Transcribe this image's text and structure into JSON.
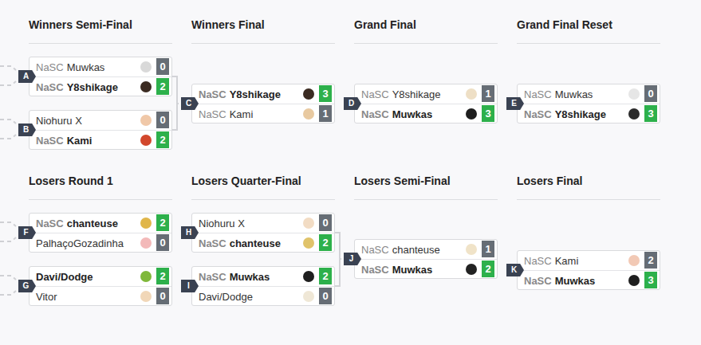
{
  "diagram": {
    "nodes": [
      {
        "text": [
          "A"
        ]
      },
      {
        "text": [
          "NaSC",
          "Muwkas",
          "0"
        ],
        "in": 0
      },
      {
        "text": [
          "NaSC",
          "Y8shikage",
          "2"
        ],
        "in": 0
      },
      {
        "text": [
          "B"
        ]
      },
      {
        "text": [
          "Niohuru X",
          "0"
        ],
        "in": 3
      },
      {
        "text": [
          "NaSC",
          "Kami",
          "2"
        ],
        "in": 3
      },
      {
        "text": [
          "C"
        ]
      },
      {
        "text": [
          "NaSC",
          "Y8shikage",
          "3"
        ],
        "in": 6
      },
      {
        "text": [
          "NaSC",
          "Kami",
          "1"
        ],
        "in": 6
      },
      {
        "text": [
          "D"
        ]
      },
      {
        "text": [
          "NaSC",
          "Y8shikage",
          "1"
        ],
        "in": 9
      },
      {
        "text": [
          "NaSC",
          "Muwkas",
          "3"
        ],
        "in": 9
      },
      {
        "text": [
          "E"
        ]
      },
      {
        "text": [
          "NaSC",
          "Muwkas",
          "0"
        ],
        "in": 12
      },
      {
        "text": [
          "NaSC",
          "Y8shikage",
          "3"
        ],
        "in": 12
      },
      {
        "text": [
          "F"
        ]
      },
      {
        "text": [
          "NaSC",
          "chanteuse",
          "2"
        ],
        "in": 15
      },
      {
        "text": [
          "PalhaçoGozadinha",
          "0"
        ],
        "in": 15
      },
      {
        "text": [
          "G"
        ]
      },
      {
        "text": [
          "Davi/Dodge",
          "2"
        ],
        "in": 18
      },
      {
        "text": [
          "Vitor",
          "0"
        ],
        "in": 18
      },
      {
        "text": [
          "H"
        ]
      },
      {
        "text": [
          "Niohuru X",
          "0"
        ],
        "in": 21
      },
      {
        "text": [
          "NaSC",
          "chanteuse",
          "2"
        ],
        "in": 21
      },
      {
        "text": [
          "I"
        ]
      },
      {
        "text": [
          "NaSC",
          "Muwkas",
          "2"
        ],
        "in": 24
      },
      {
        "text": [
          "Davi/Dodge",
          "0"
        ],
        "in": 24
      },
      {
        "text": [
          "J"
        ]
      },
      {
        "text": [
          "NaSC",
          "chanteuse",
          "1"
        ],
        "in": 27
      },
      {
        "text": [
          "NaSC",
          "Muwkas",
          "2"
        ],
        "in": 27
      },
      {
        "text": [
          "K"
        ]
      },
      {
        "text": [
          "NaSC",
          "Kami",
          "2"
        ],
        "in": 30
      },
      {
        "text": [
          "NaSC",
          "Muwkas",
          "3"
        ],
        "in": 30
      }
    ],
    "edges": [
      {
        "from": 0,
        "to": 6,
        "arrow": "none"
      },
      {
        "from": 3,
        "to": 6,
        "arrow": "none"
      },
      {
        "from": 21,
        "to": 27,
        "arrow": "none"
      },
      {
        "from": 24,
        "to": 27,
        "arrow": "none"
      }
    ],
    "labels": [
      "Winners Semi-Final",
      "Winners Final",
      "Grand Final",
      "Grand Final Reset",
      "Losers Round 1",
      "Losers Quarter-Final",
      "Losers Semi-Final",
      "Losers Final"
    ]
  }
}
